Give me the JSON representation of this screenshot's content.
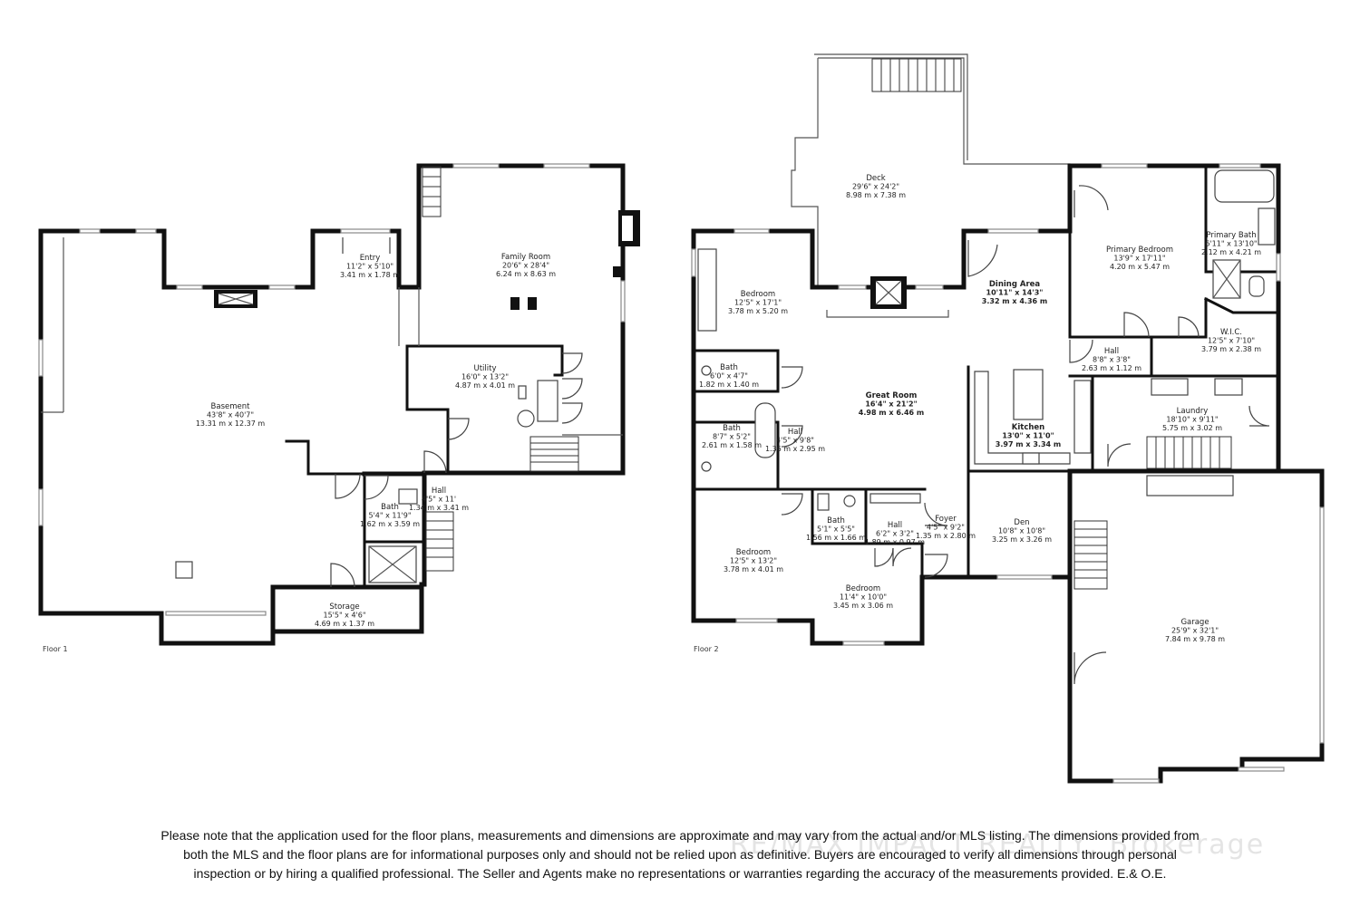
{
  "floors": [
    {
      "label": "Floor 1",
      "rooms": [
        {
          "id": "entry",
          "name": "Entry",
          "imperial": "11'2\" x 5'10\"",
          "metric": "3.41 m x 1.78 m"
        },
        {
          "id": "family",
          "name": "Family Room",
          "imperial": "20'6\" x 28'4\"",
          "metric": "6.24 m x 8.63 m"
        },
        {
          "id": "utility",
          "name": "Utility",
          "imperial": "16'0\" x 13'2\"",
          "metric": "4.87 m x 4.01 m"
        },
        {
          "id": "basement",
          "name": "Basement",
          "imperial": "43'8\" x 40'7\"",
          "metric": "13.31 m x 12.37 m"
        },
        {
          "id": "hall1",
          "name": "Hall",
          "imperial": "4'5\" x 11'",
          "metric": "1.34 m x 3.41 m"
        },
        {
          "id": "bath1",
          "name": "Bath",
          "imperial": "5'4\" x 11'9\"",
          "metric": "1.62 m x 3.59 m"
        },
        {
          "id": "storage",
          "name": "Storage",
          "imperial": "15'5\" x 4'6\"",
          "metric": "4.69 m x 1.37 m"
        }
      ]
    },
    {
      "label": "Floor 2",
      "rooms": [
        {
          "id": "deck",
          "name": "Deck",
          "imperial": "29'6\" x 24'2\"",
          "metric": "8.98 m x 7.38 m"
        },
        {
          "id": "bed1",
          "name": "Bedroom",
          "imperial": "12'5\" x 17'1\"",
          "metric": "3.78 m x 5.20 m"
        },
        {
          "id": "primary_bed",
          "name": "Primary Bedroom",
          "imperial": "13'9\" x 17'11\"",
          "metric": "4.20 m x 5.47 m"
        },
        {
          "id": "primary_bath",
          "name": "Primary Bath",
          "imperial": "6'11\" x 13'10\"",
          "metric": "2.12 m x 4.21 m"
        },
        {
          "id": "dining",
          "name": "Dining Area",
          "imperial": "10'11\" x 14'3\"",
          "metric": "3.32 m x 4.36 m"
        },
        {
          "id": "wic",
          "name": "W.I.C.",
          "imperial": "12'5\" x 7'10\"",
          "metric": "3.79 m x 2.38 m"
        },
        {
          "id": "bath2a",
          "name": "Bath",
          "imperial": "6'0\" x 4'7\"",
          "metric": "1.82 m x 1.40 m"
        },
        {
          "id": "hall2a",
          "name": "Hall",
          "imperial": "8'8\" x 3'8\"",
          "metric": "2.63 m x 1.12 m"
        },
        {
          "id": "great",
          "name": "Great Room",
          "imperial": "16'4\" x 21'2\"",
          "metric": "4.98 m x 6.46 m"
        },
        {
          "id": "bath2b",
          "name": "Bath",
          "imperial": "8'7\" x 5'2\"",
          "metric": "2.61 m x 1.58 m"
        },
        {
          "id": "hall2b",
          "name": "Hall",
          "imperial": "4'5\" x 9'8\"",
          "metric": "1.36 m x 2.95 m"
        },
        {
          "id": "kitchen",
          "name": "Kitchen",
          "imperial": "13'0\" x 11'0\"",
          "metric": "3.97 m x 3.34 m"
        },
        {
          "id": "laundry",
          "name": "Laundry",
          "imperial": "18'10\" x 9'11\"",
          "metric": "5.75 m x 3.02 m"
        },
        {
          "id": "foyer",
          "name": "Foyer",
          "imperial": "4'5\" x 9'2\"",
          "metric": "1.35 m x 2.80 m"
        },
        {
          "id": "bath2c",
          "name": "Bath",
          "imperial": "5'1\" x 5'5\"",
          "metric": "1.56 m x 1.66 m"
        },
        {
          "id": "hall2c",
          "name": "Hall",
          "imperial": "6'2\" x 3'2\"",
          "metric": "1.89 m x 0.97 m"
        },
        {
          "id": "den",
          "name": "Den",
          "imperial": "10'8\" x 10'8\"",
          "metric": "3.25 m x 3.26 m"
        },
        {
          "id": "bed2",
          "name": "Bedroom",
          "imperial": "12'5\" x 13'2\"",
          "metric": "3.78 m x 4.01 m"
        },
        {
          "id": "bed3",
          "name": "Bedroom",
          "imperial": "11'4\" x 10'0\"",
          "metric": "3.45 m x 3.06 m"
        },
        {
          "id": "garage",
          "name": "Garage",
          "imperial": "25'9\" x 32'1\"",
          "metric": "7.84 m x 9.78 m"
        }
      ]
    }
  ],
  "watermark": "RE/MAX IMPACT REALTY, Brokerage",
  "disclaimer": [
    "Please note that the application used for the floor plans, measurements and dimensions are approximate and may vary from the actual and/or MLS listing. The dimensions provided from",
    "both the MLS and the floor plans are for informational purposes only and should not be relied upon as definitive. Buyers are encouraged to verify all dimensions through personal",
    "inspection or by hiring a qualified professional. The Seller and Agents make no representations or warranties regarding the accuracy of the measurements provided. E.& O.E."
  ]
}
